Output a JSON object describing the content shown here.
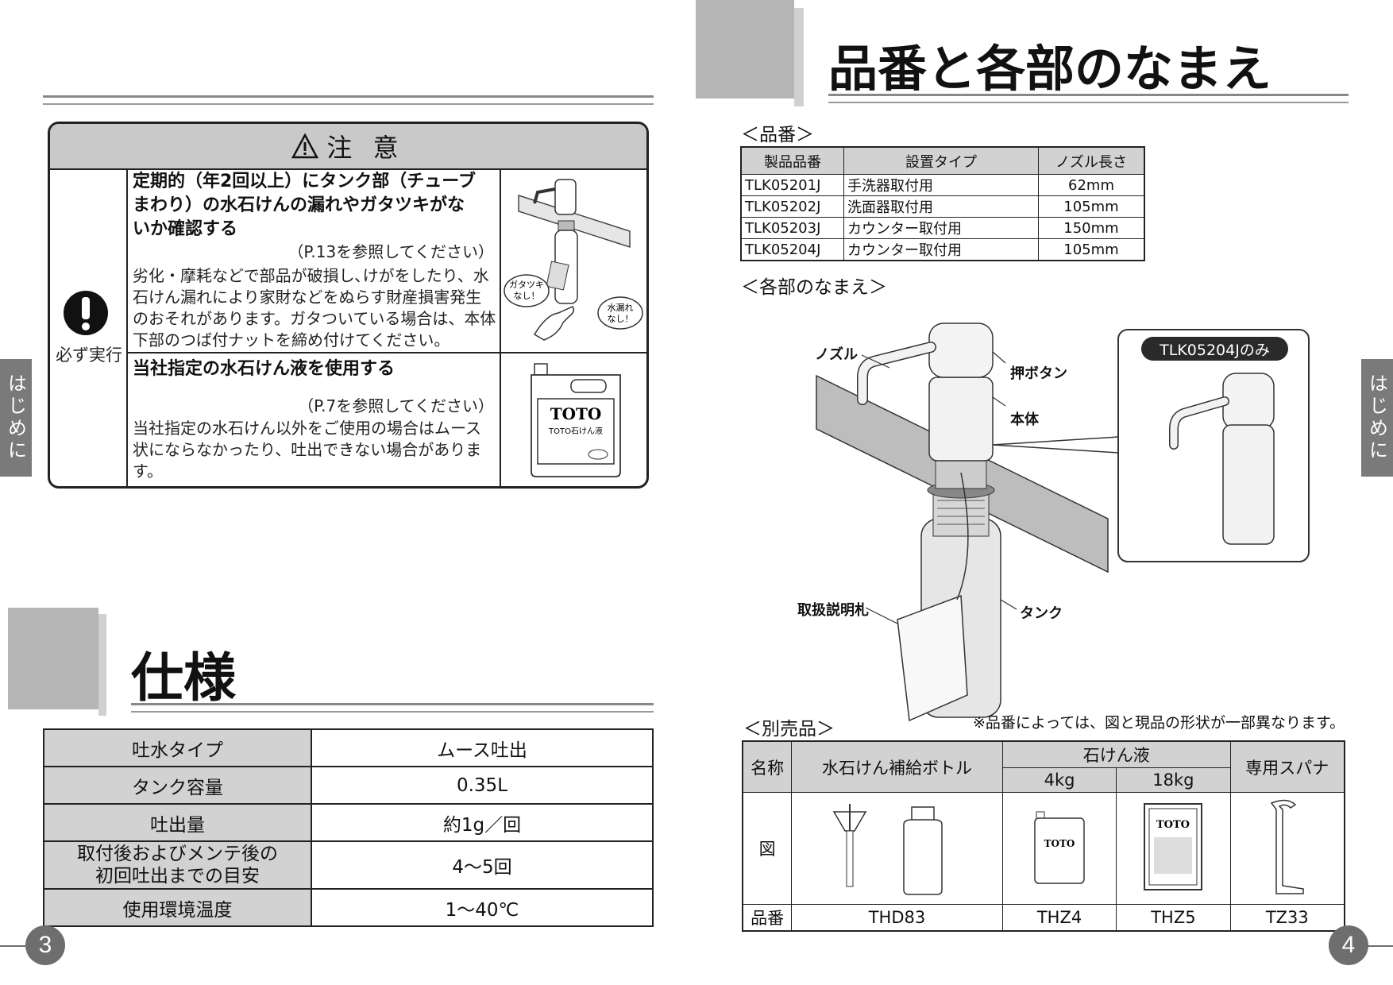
{
  "left_page": {
    "side_tab": "はじめに",
    "page_number": "3",
    "caution": {
      "title": "注 意",
      "must_label": "必ず実行",
      "item1": {
        "heading_lines": [
          "定期的（年2回以上）にタンク部（チューブ",
          "まわり）の水石けんの漏れやガタツキがな",
          "いか確認する"
        ],
        "reference": "（P.13を参照してください）",
        "body_lines": [
          "劣化・摩耗などで部品が破損し､けがをしたり、水",
          "石けん漏れにより家財などをぬらす財産損害発生",
          "のおそれがあります。ガタついている場合は、本体",
          "下部のつば付ナットを締め付けてください。"
        ],
        "bubble_left": "ガタツキ\nなし！",
        "bubble_right": "水漏れ\nなし！"
      },
      "item2": {
        "heading": "当社指定の水石けん液を使用する",
        "reference": "（P.7を参照してください）",
        "body_lines": [
          "当社指定の水石けん以外をご使用の場合はムース",
          "状にならなかったり、吐出できない場合がありま",
          "す。"
        ],
        "jug_brand": "TOTO",
        "jug_label": "TOTO石けん液"
      }
    },
    "spec": {
      "title": "仕様",
      "rows": [
        {
          "label": [
            "吐水タイプ"
          ],
          "value": "ムース吐出"
        },
        {
          "label": [
            "タンク容量"
          ],
          "value": "0.35L"
        },
        {
          "label": [
            "吐出量"
          ],
          "value": "約1g／回"
        },
        {
          "label": [
            "取付後およびメンテ後の",
            "初回吐出までの目安"
          ],
          "value": "4～5回"
        },
        {
          "label": [
            "使用環境温度"
          ],
          "value": "1～40℃"
        }
      ]
    }
  },
  "right_page": {
    "side_tab": "はじめに",
    "page_number": "4",
    "title": "品番と各部のなまえ",
    "product_section_label": "＜品番＞",
    "product_table": {
      "headers": [
        "製品品番",
        "設置タイプ",
        "ノズル長さ"
      ],
      "rows": [
        [
          "TLK05201J",
          "手洗器取付用",
          "62mm"
        ],
        [
          "TLK05202J",
          "洗面器取付用",
          "105mm"
        ],
        [
          "TLK05203J",
          "カウンター取付用",
          "150mm"
        ],
        [
          "TLK05204J",
          "カウンター取付用",
          "105mm"
        ]
      ]
    },
    "parts_section_label": "＜各部のなまえ＞",
    "parts_labels": {
      "nozzle": "ノズル",
      "push_button": "押ボタン",
      "body": "本体",
      "manual_tag": "取扱説明札",
      "tank": "タンク",
      "inset_badge": "TLK05204Jのみ"
    },
    "note": "※品番によっては、図と現品の形状が一部異なります。",
    "separate_section_label": "＜別売品＞",
    "separate_table": {
      "name_header": "名称",
      "col_bottle": "水石けん補給ボトル",
      "col_liquid": "石けん液",
      "col_4kg": "4kg",
      "col_18kg": "18kg",
      "col_spanner": "専用スパナ",
      "figure_label": "図",
      "part_label": "品番",
      "part_numbers": [
        "THD83",
        "THZ4",
        "THZ5",
        "TZ33"
      ],
      "jug_brand": "TOTO"
    }
  }
}
